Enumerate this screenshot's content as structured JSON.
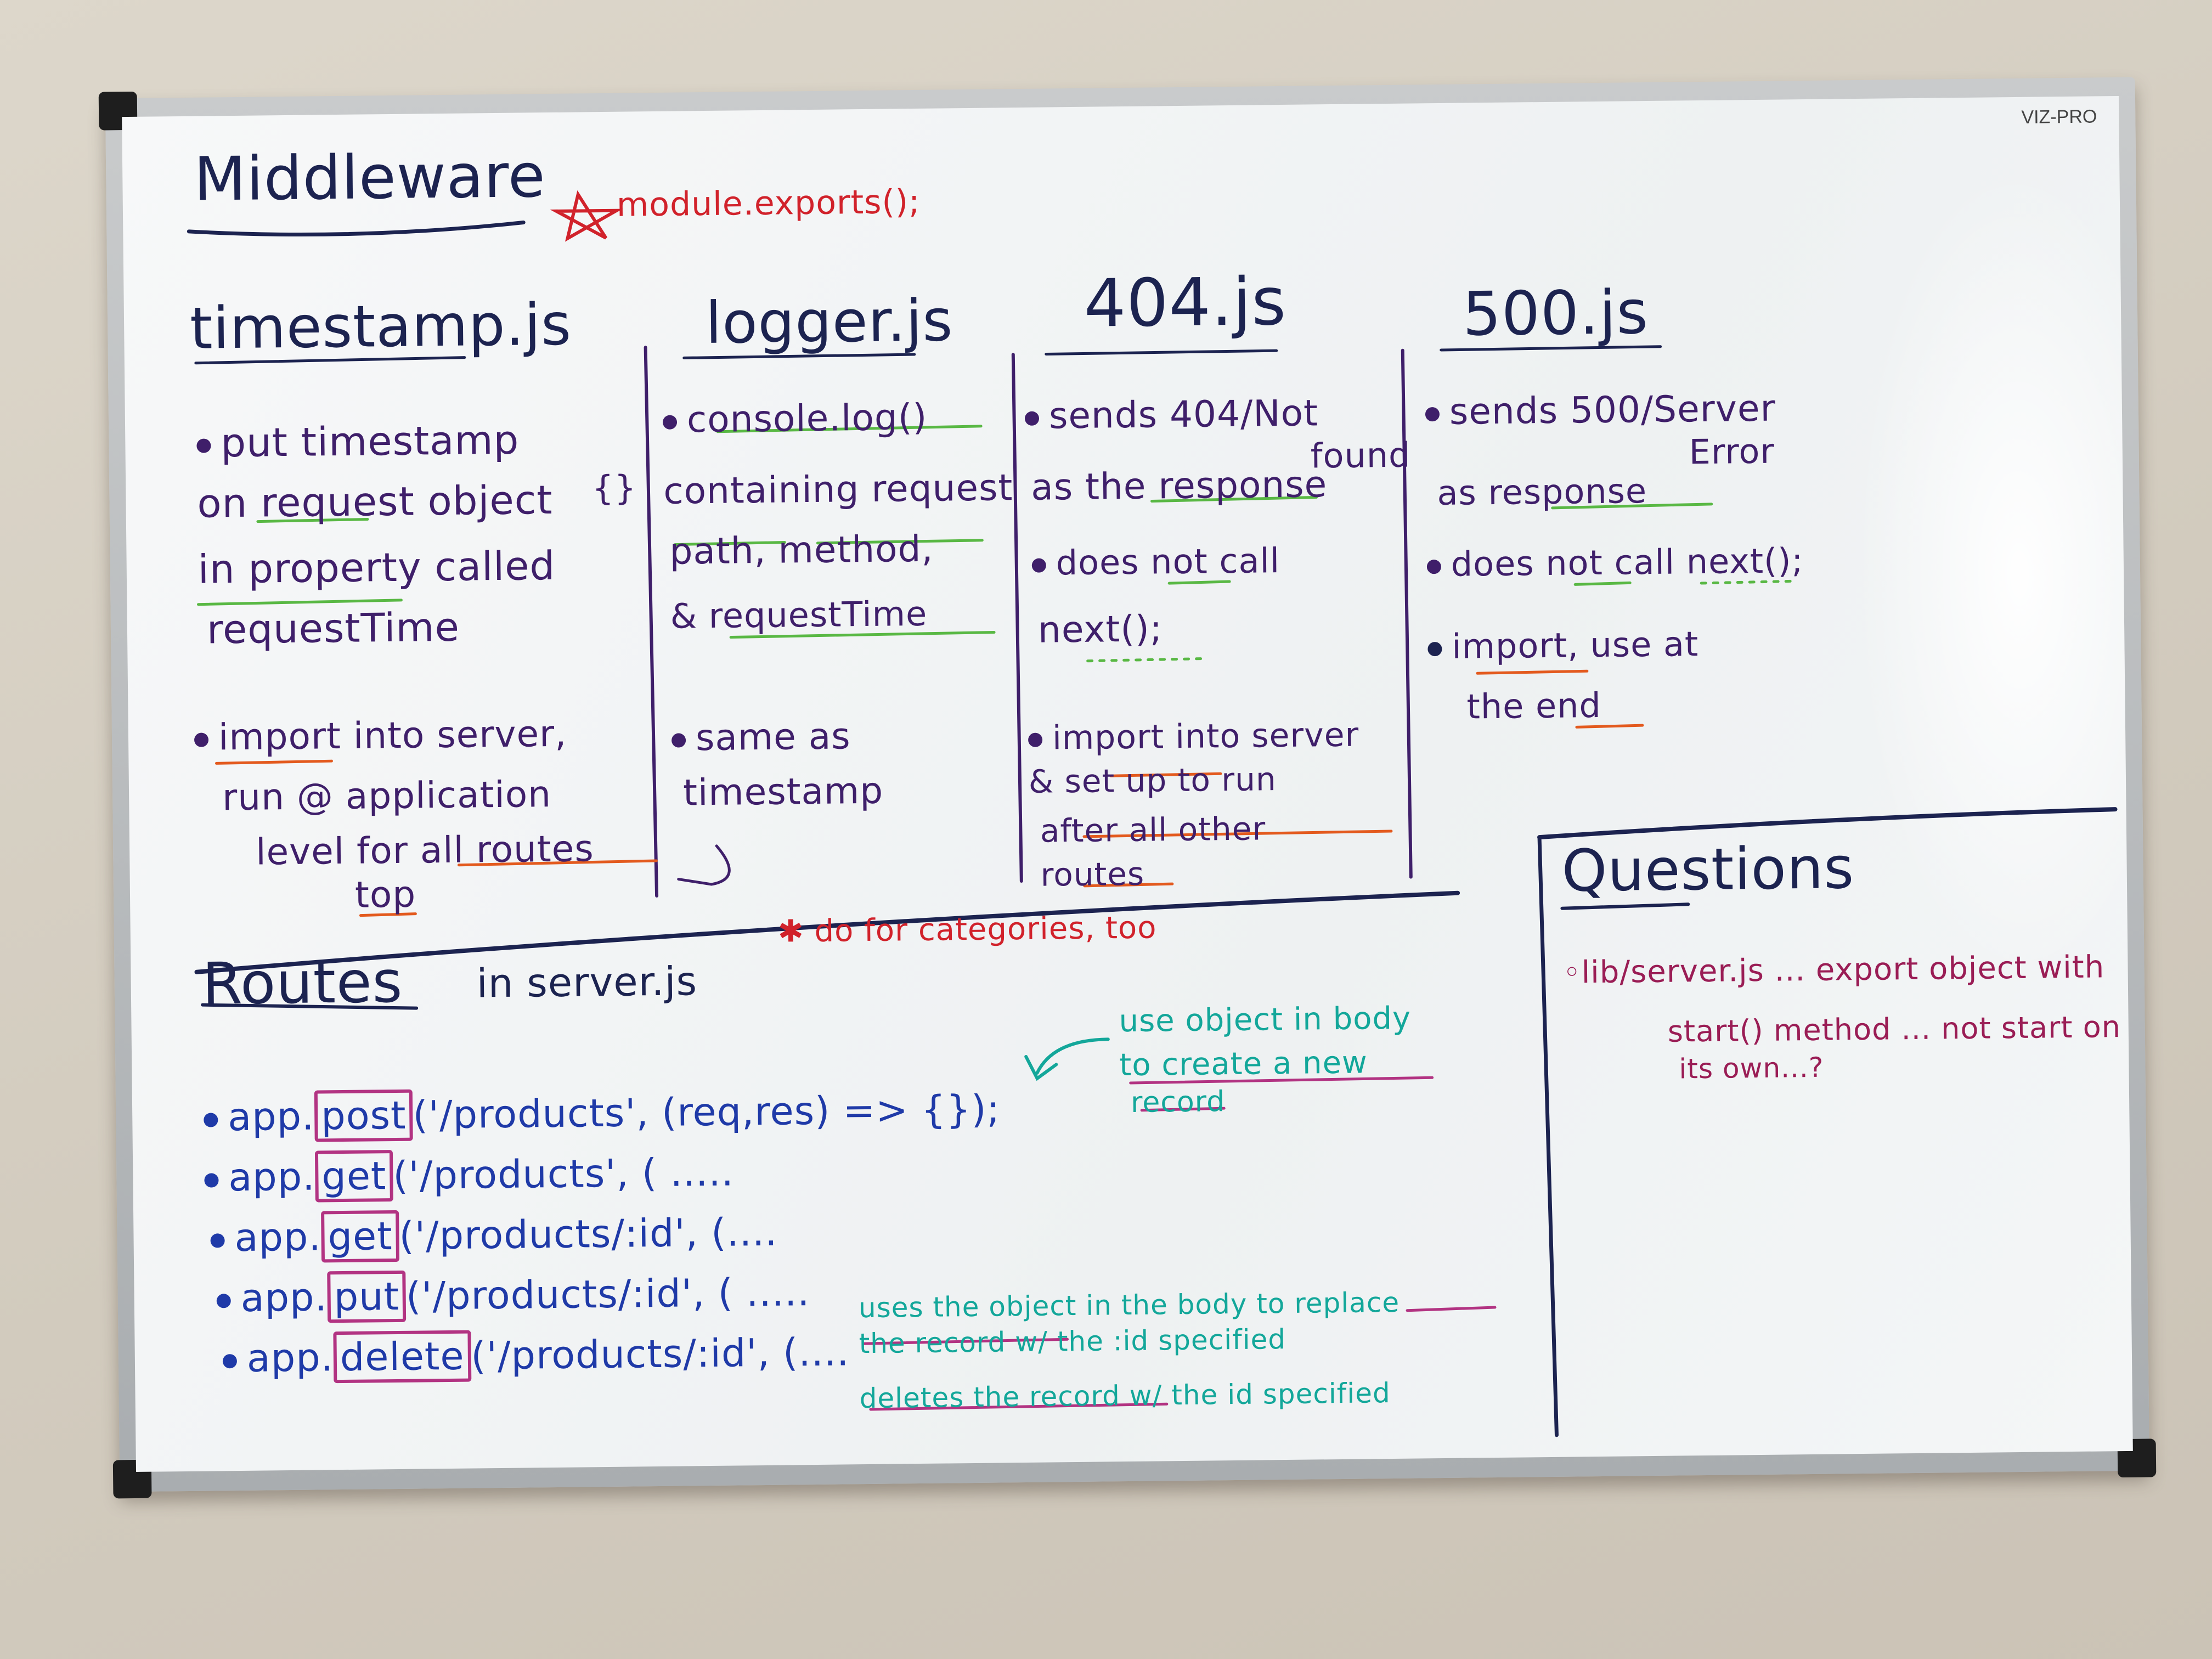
{
  "brand": "VIZ-PRO",
  "middleware": {
    "title": "Middleware",
    "exports_note": "module.exports();",
    "timestamp": {
      "title": "timestamp.js",
      "lines": [
        "put timestamp",
        "on request object",
        "in property called",
        "requestTime"
      ],
      "braces": "{}",
      "import_lines": [
        "import into server,",
        "run @ application",
        "level for all routes",
        "top"
      ]
    },
    "logger": {
      "title": "logger.js",
      "lines": [
        "console.log()",
        "containing request",
        "path, method,",
        "& requestTime"
      ],
      "same": [
        "same as",
        "timestamp"
      ]
    },
    "e404": {
      "title": "404.js",
      "lines": [
        "sends 404/Not",
        "found",
        "as the response",
        "does not call",
        "next();"
      ],
      "import_lines": [
        "import into server",
        "& set up to run",
        "after all other",
        "routes"
      ]
    },
    "e500": {
      "title": "500.js",
      "lines": [
        "sends 500/Server",
        "Error",
        "as response",
        "does not call next();"
      ],
      "import_lines": [
        "import, use at",
        "the end"
      ]
    }
  },
  "routes": {
    "title": "Routes",
    "subtitle": "in server.js",
    "categories_note": "do for categories, too",
    "items": [
      {
        "prefix": "app.",
        "method": "post",
        "rest": "('/products', (req,res) => {});"
      },
      {
        "prefix": "app.",
        "method": "get",
        "rest": "('/products', ( ....."
      },
      {
        "prefix": "app.",
        "method": "get",
        "rest": "('/products/:id', (...."
      },
      {
        "prefix": "app.",
        "method": "put",
        "rest": "('/products/:id', ( ....."
      },
      {
        "prefix": "app.",
        "method": "delete",
        "rest": "('/products/:id', (...."
      }
    ],
    "notes": {
      "post": [
        "use object in body",
        "to create a new",
        "record"
      ],
      "put": [
        "uses the object in the body to replace",
        "the record w/ the :id specified"
      ],
      "delete": [
        "deletes the record w/ the id specified"
      ]
    }
  },
  "questions": {
    "title": "Questions",
    "lines": [
      "lib/server.js ... export object with",
      "start() method ... not start on",
      "its own...?"
    ]
  },
  "colors": {
    "navy": "#1c2350",
    "purple": "#3f1f6a",
    "blue": "#1f3aa8",
    "red": "#d1222b",
    "magenta": "#9a1d55",
    "teal": "#13a79a",
    "green_underline": "#59b844",
    "orange_underline": "#e35a1e"
  }
}
